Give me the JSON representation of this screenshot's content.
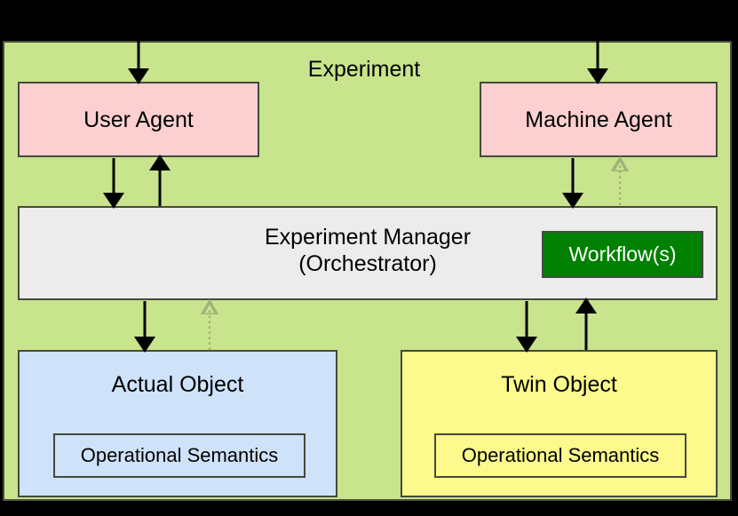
{
  "diagram": {
    "title": "Experiment",
    "container": {
      "label": "Experiment",
      "fill": "#c8e48c",
      "stroke": "#46523c"
    },
    "nodes": [
      {
        "id": "user-agent",
        "label": "User Agent",
        "fill": "#fcd0d0",
        "stroke": "#46493c"
      },
      {
        "id": "machine-agent",
        "label": "Machine Agent",
        "fill": "#fcd0d0",
        "stroke": "#46493c"
      },
      {
        "id": "experiment-manager",
        "label_line1": "Experiment Manager",
        "label_line2": "(Orchestrator)",
        "fill": "#ececec",
        "stroke": "#46493c",
        "child": {
          "id": "workflows",
          "label": "Workflow(s)",
          "fill": "#008000",
          "text_color": "#ffffff"
        }
      },
      {
        "id": "actual-object",
        "label": "Actual Object",
        "fill": "#cee2f9",
        "stroke": "#46493c",
        "child": {
          "id": "actual-operational-semantics",
          "label": "Operational Semantics"
        }
      },
      {
        "id": "twin-object",
        "label": "Twin Object",
        "fill": "#fcfa8c",
        "stroke": "#46493c",
        "child": {
          "id": "twin-operational-semantics",
          "label": "Operational Semantics"
        }
      }
    ],
    "edges": [
      {
        "id": "external-to-user-agent",
        "from": "outside-top",
        "to": "user-agent",
        "style": "solid",
        "color": "#000000"
      },
      {
        "id": "external-to-machine-agent",
        "from": "outside-top",
        "to": "machine-agent",
        "style": "solid",
        "color": "#000000"
      },
      {
        "id": "user-agent-to-manager",
        "from": "user-agent",
        "to": "experiment-manager",
        "style": "solid",
        "color": "#000000"
      },
      {
        "id": "manager-to-user-agent",
        "from": "experiment-manager",
        "to": "user-agent",
        "style": "solid",
        "color": "#000000"
      },
      {
        "id": "machine-agent-to-manager",
        "from": "machine-agent",
        "to": "experiment-manager",
        "style": "solid",
        "color": "#000000"
      },
      {
        "id": "manager-to-machine-agent-dotted",
        "from": "experiment-manager",
        "to": "machine-agent",
        "style": "dotted",
        "color": "#9eb37a"
      },
      {
        "id": "manager-to-actual-object",
        "from": "experiment-manager",
        "to": "actual-object",
        "style": "solid",
        "color": "#000000"
      },
      {
        "id": "actual-object-to-manager-dotted",
        "from": "actual-object",
        "to": "experiment-manager",
        "style": "dotted",
        "color": "#9eb37a"
      },
      {
        "id": "manager-to-twin-object",
        "from": "experiment-manager",
        "to": "twin-object",
        "style": "solid",
        "color": "#000000"
      },
      {
        "id": "twin-object-to-manager",
        "from": "twin-object",
        "to": "experiment-manager",
        "style": "solid",
        "color": "#000000"
      }
    ]
  }
}
